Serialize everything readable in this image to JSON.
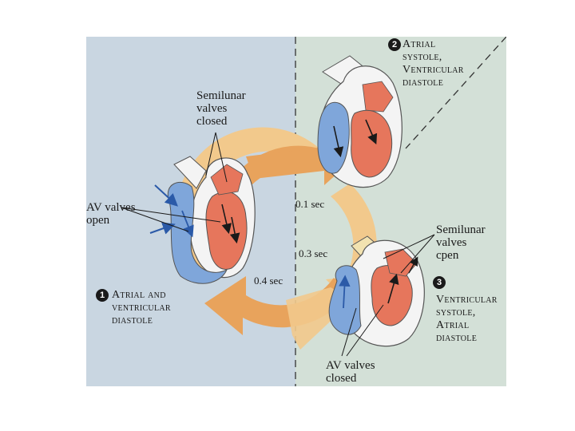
{
  "colors": {
    "left_panel": "#c9d6e1",
    "right_panel": "#d3e0d7",
    "ring_dark": "#e8a35c",
    "ring_light": "#f2c98c",
    "oxygenated_chamber": "#e6765c",
    "deoxygenated_chamber": "#7fa6da",
    "dashed_divider": "#333333"
  },
  "phase1": {
    "number": "1",
    "title": "Atrial and\nventricular\ndiastole"
  },
  "phase2": {
    "number": "2",
    "title": "Atrial\nsystole,\nVentricular\ndiastole"
  },
  "phase3": {
    "number": "3",
    "title": "Ventricular\nsystole,\nAtrial\ndiastole"
  },
  "labels": {
    "semilunar_closed": "Semilunar\nvalves\nclosed",
    "av_open": "AV valves\nopen",
    "semilunar_open": "Semilunar\nvalves\ncpen",
    "av_closed": "AV valves\nclosed"
  },
  "times": {
    "t1": "0.1 sec",
    "t3": "0.3 sec",
    "t4": "0.4 sec"
  }
}
